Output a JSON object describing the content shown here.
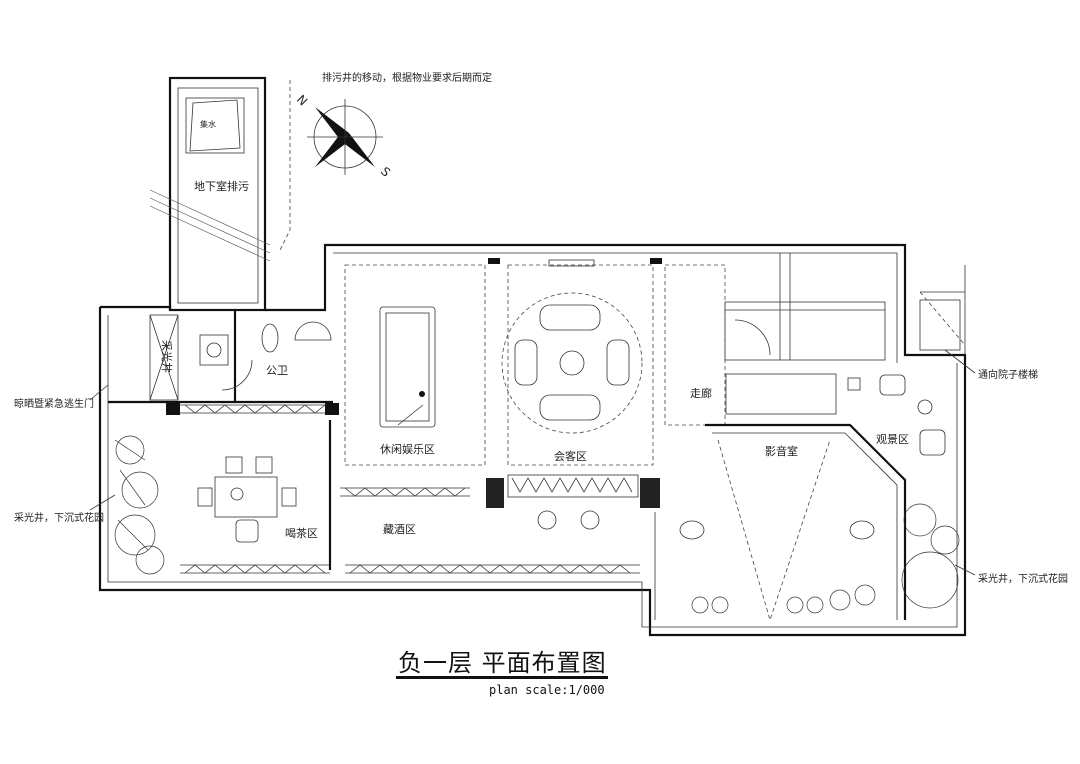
{
  "plan": {
    "title": "负一层  平面布置图",
    "scale": "plan  scale:1/000",
    "compass": {
      "north": "N",
      "south": "S"
    },
    "notes": {
      "sewage_note": "排污井的移动，根据物业要求后期而定",
      "stair_note": "通向院子楼梯",
      "fire_door_note": "晾晒暨紧急逃生门",
      "lightwell_left_note": "采光井，下沉式花园",
      "lightwell_right_note": "采光井，下沉式花园"
    },
    "rooms": {
      "sewage": "地下室排污",
      "sewage_box": "集水",
      "hidden_well": "采光井",
      "public_wc": "公卫",
      "leisure": "休闲娱乐区",
      "lounge": "会客区",
      "corridor": "走廊",
      "cinema": "影音室",
      "viewing": "观景区",
      "tea": "喝茶区",
      "wine": "藏酒区"
    }
  }
}
